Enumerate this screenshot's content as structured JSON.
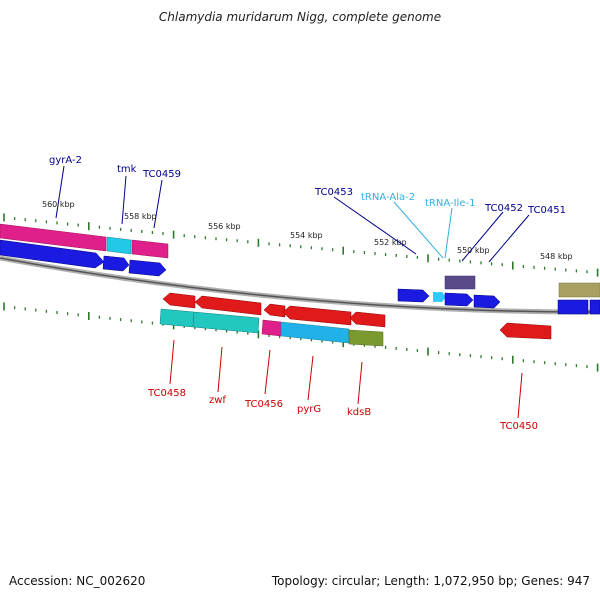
{
  "title": "Chlamydia muridarum Nigg, complete genome",
  "footer": {
    "accession": "Accession: NC_002620",
    "summary": "Topology: circular; Length: 1,072,950 bp; Genes: 947"
  },
  "colors": {
    "background": "#ffffff",
    "backbone": "#8a8a8a",
    "tick": "#2a7a2a",
    "forward_gene": "#1a1ae0",
    "reverse_gene": "#e01a1a",
    "trna": "#33c8ff",
    "cds_magenta": "#e0208a",
    "cds_cyan": "#22c8e8",
    "cds_teal": "#22c8c0",
    "cds_olive": "#7a9a30",
    "cds_purple": "#5a4a8a",
    "cds_khaki": "#a8a060",
    "label_forward": "#00008b",
    "label_trna": "#33b0e0",
    "label_reverse": "#cc0000"
  },
  "position_labels": [
    "560 kbp",
    "558 kbp",
    "556 kbp",
    "554 kbp",
    "552 kbp",
    "550 kbp",
    "548 kbp"
  ],
  "forward_labels": [
    "gyrA-2",
    "tmk",
    "TC0459",
    "TC0453",
    "tRNA-Ala-2",
    "tRNA-Ile-1",
    "TC0452",
    "TC0451"
  ],
  "reverse_labels": [
    "TC0458",
    "zwf",
    "TC0456",
    "pyrG",
    "kdsB",
    "TC0450"
  ]
}
